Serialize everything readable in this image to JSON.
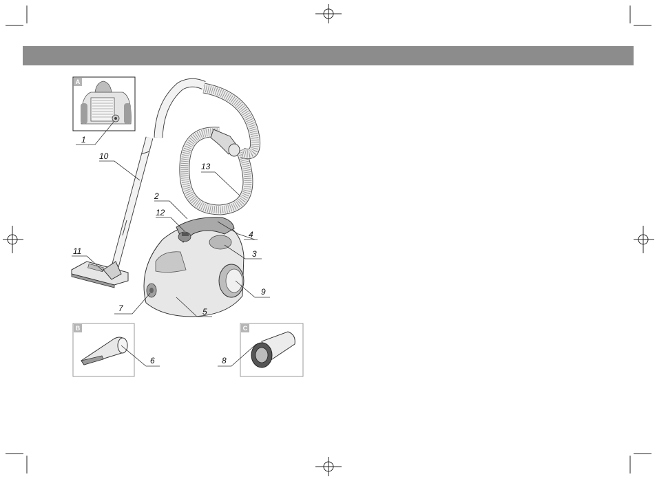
{
  "figure": {
    "panels": {
      "a": "A",
      "b": "B",
      "c": "C"
    },
    "callouts": {
      "c1": "1",
      "c2": "2",
      "c3": "3",
      "c4": "4",
      "c5": "5",
      "c6": "6",
      "c7": "7",
      "c8": "8",
      "c9": "9",
      "c10": "10",
      "c11": "11",
      "c12": "12",
      "c13": "13"
    }
  }
}
